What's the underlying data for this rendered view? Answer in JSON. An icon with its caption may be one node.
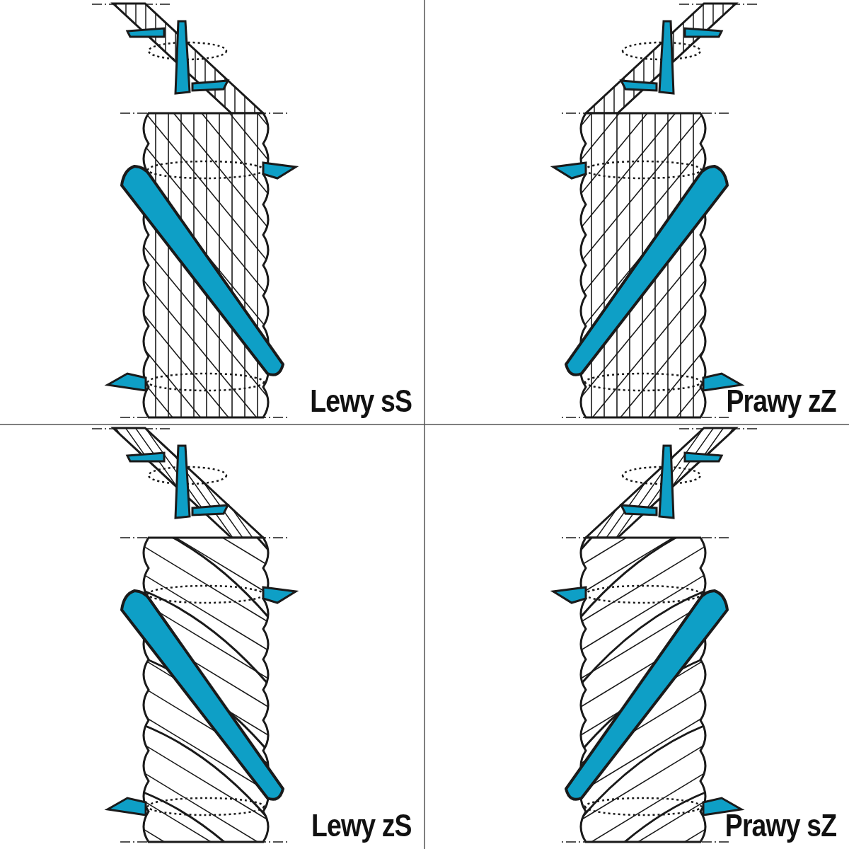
{
  "diagram": {
    "labels": [
      "Lewy sS",
      "Prawy zZ",
      "Lewy zS",
      "Prawy sZ"
    ]
  }
}
